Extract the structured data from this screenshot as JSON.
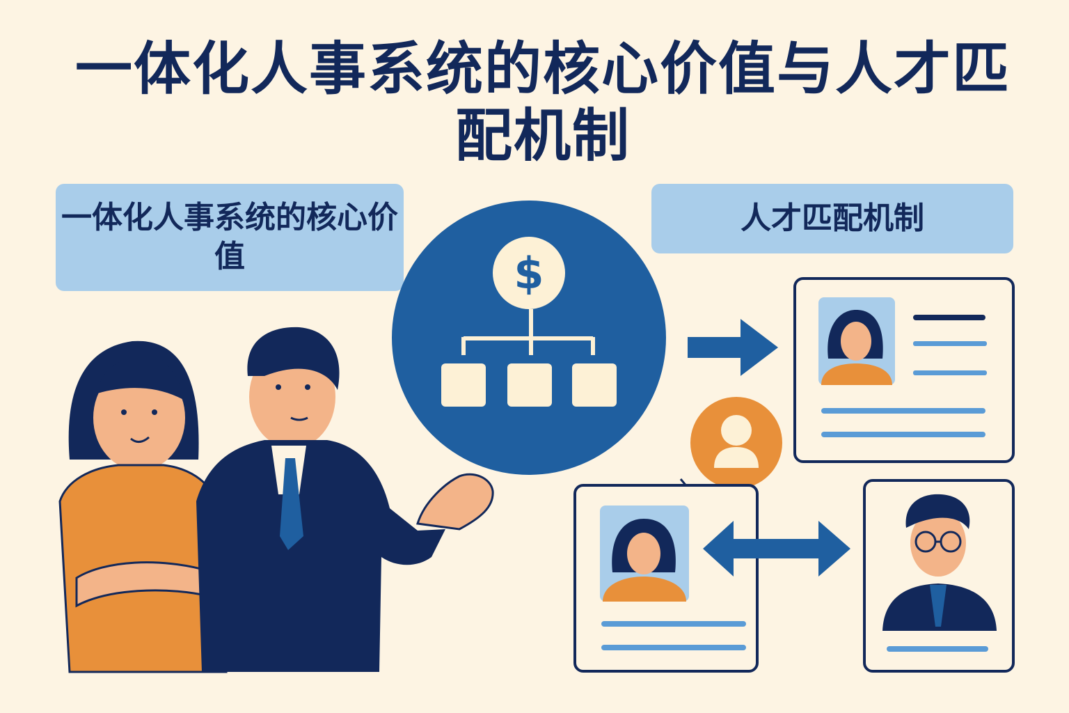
{
  "title": "一体化人事系统的核心价值与人才匹配机制",
  "left_label": "一体化人事系统的核心价值",
  "right_label": "人才匹配机制",
  "icons": {
    "center": "dollar-org-chart-icon",
    "connector": "user-icon"
  },
  "colors": {
    "background": "#fdf4e3",
    "navy": "#12285a",
    "blue": "#1f5fa0",
    "light_blue": "#a9cdea",
    "orange": "#e8903a"
  }
}
